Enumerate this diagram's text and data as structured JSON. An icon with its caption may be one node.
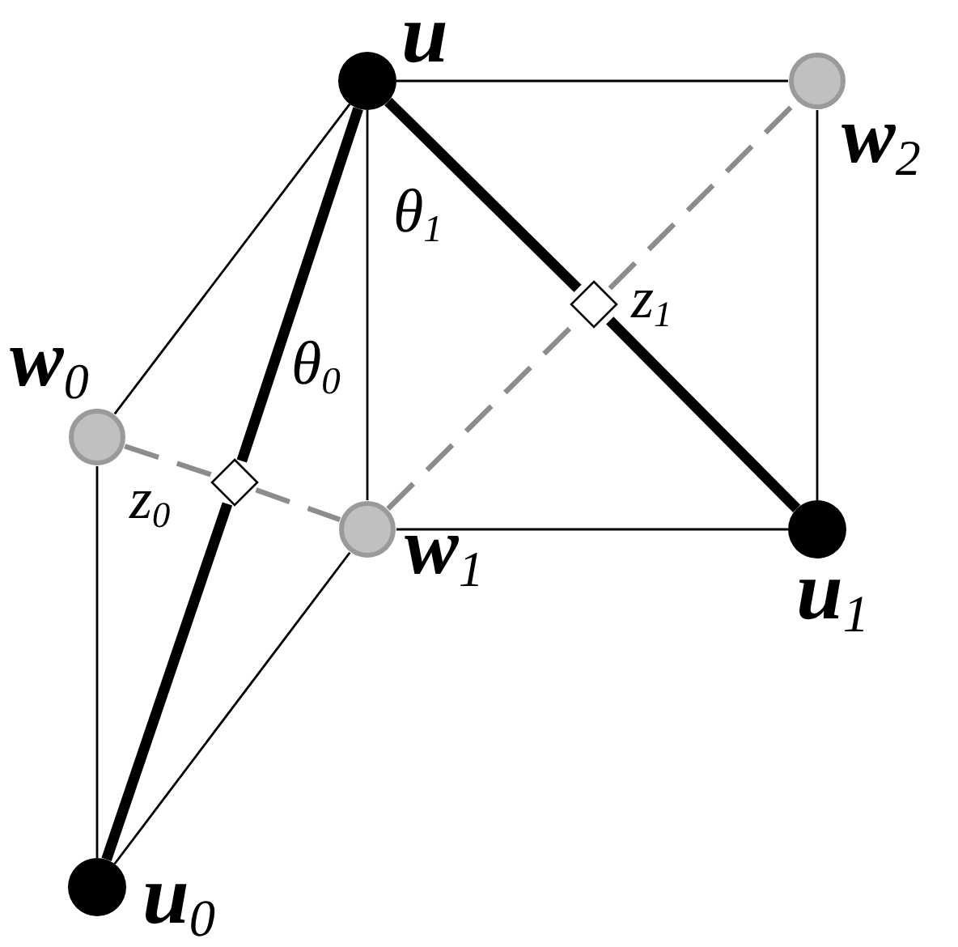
{
  "diagram": {
    "nodes": [
      {
        "text": [
          "u"
        ]
      },
      {
        "text": [
          "w$_{2}$"
        ]
      },
      {
        "text": [
          "w$_{0}$"
        ]
      },
      {
        "text": [
          "w$_{1}$"
        ]
      },
      {
        "text": [
          "u$_{1}$"
        ]
      },
      {
        "text": [
          "u$_{0}$"
        ]
      },
      {
        "text": [
          "z$_{0}$"
        ]
      },
      {
        "text": [
          "z$_{1}$"
        ]
      }
    ],
    "edges": [
      {
        "from": 0,
        "to": 1,
        "arrow": "none"
      },
      {
        "from": 0,
        "to": 2,
        "arrow": "none"
      },
      {
        "from": 0,
        "to": 3,
        "arrow": "none"
      },
      {
        "from": 0,
        "to": 6,
        "arrow": "none",
        "style": "thick"
      },
      {
        "from": 6,
        "to": 5,
        "arrow": "none",
        "style": "thick"
      },
      {
        "from": 0,
        "to": 7,
        "arrow": "none",
        "style": "thick"
      },
      {
        "from": 7,
        "to": 4,
        "arrow": "none",
        "style": "thick"
      },
      {
        "from": 2,
        "to": 6,
        "arrow": "none",
        "style": "dashed",
        "color": "#8c8c8c"
      },
      {
        "from": 6,
        "to": 3,
        "arrow": "none",
        "style": "dashed",
        "color": "#8c8c8c"
      },
      {
        "from": 3,
        "to": 7,
        "arrow": "none",
        "style": "dashed",
        "color": "#8c8c8c"
      },
      {
        "from": 7,
        "to": 1,
        "arrow": "none",
        "style": "dashed",
        "color": "#8c8c8c"
      },
      {
        "from": 1,
        "to": 4,
        "arrow": "none"
      },
      {
        "from": 3,
        "to": 4,
        "arrow": "none"
      },
      {
        "from": 2,
        "to": 5,
        "arrow": "none"
      },
      {
        "from": 3,
        "to": 5,
        "arrow": "none"
      }
    ],
    "labels": [
      "θ$_{1}$",
      "θ$_{0}$"
    ]
  }
}
